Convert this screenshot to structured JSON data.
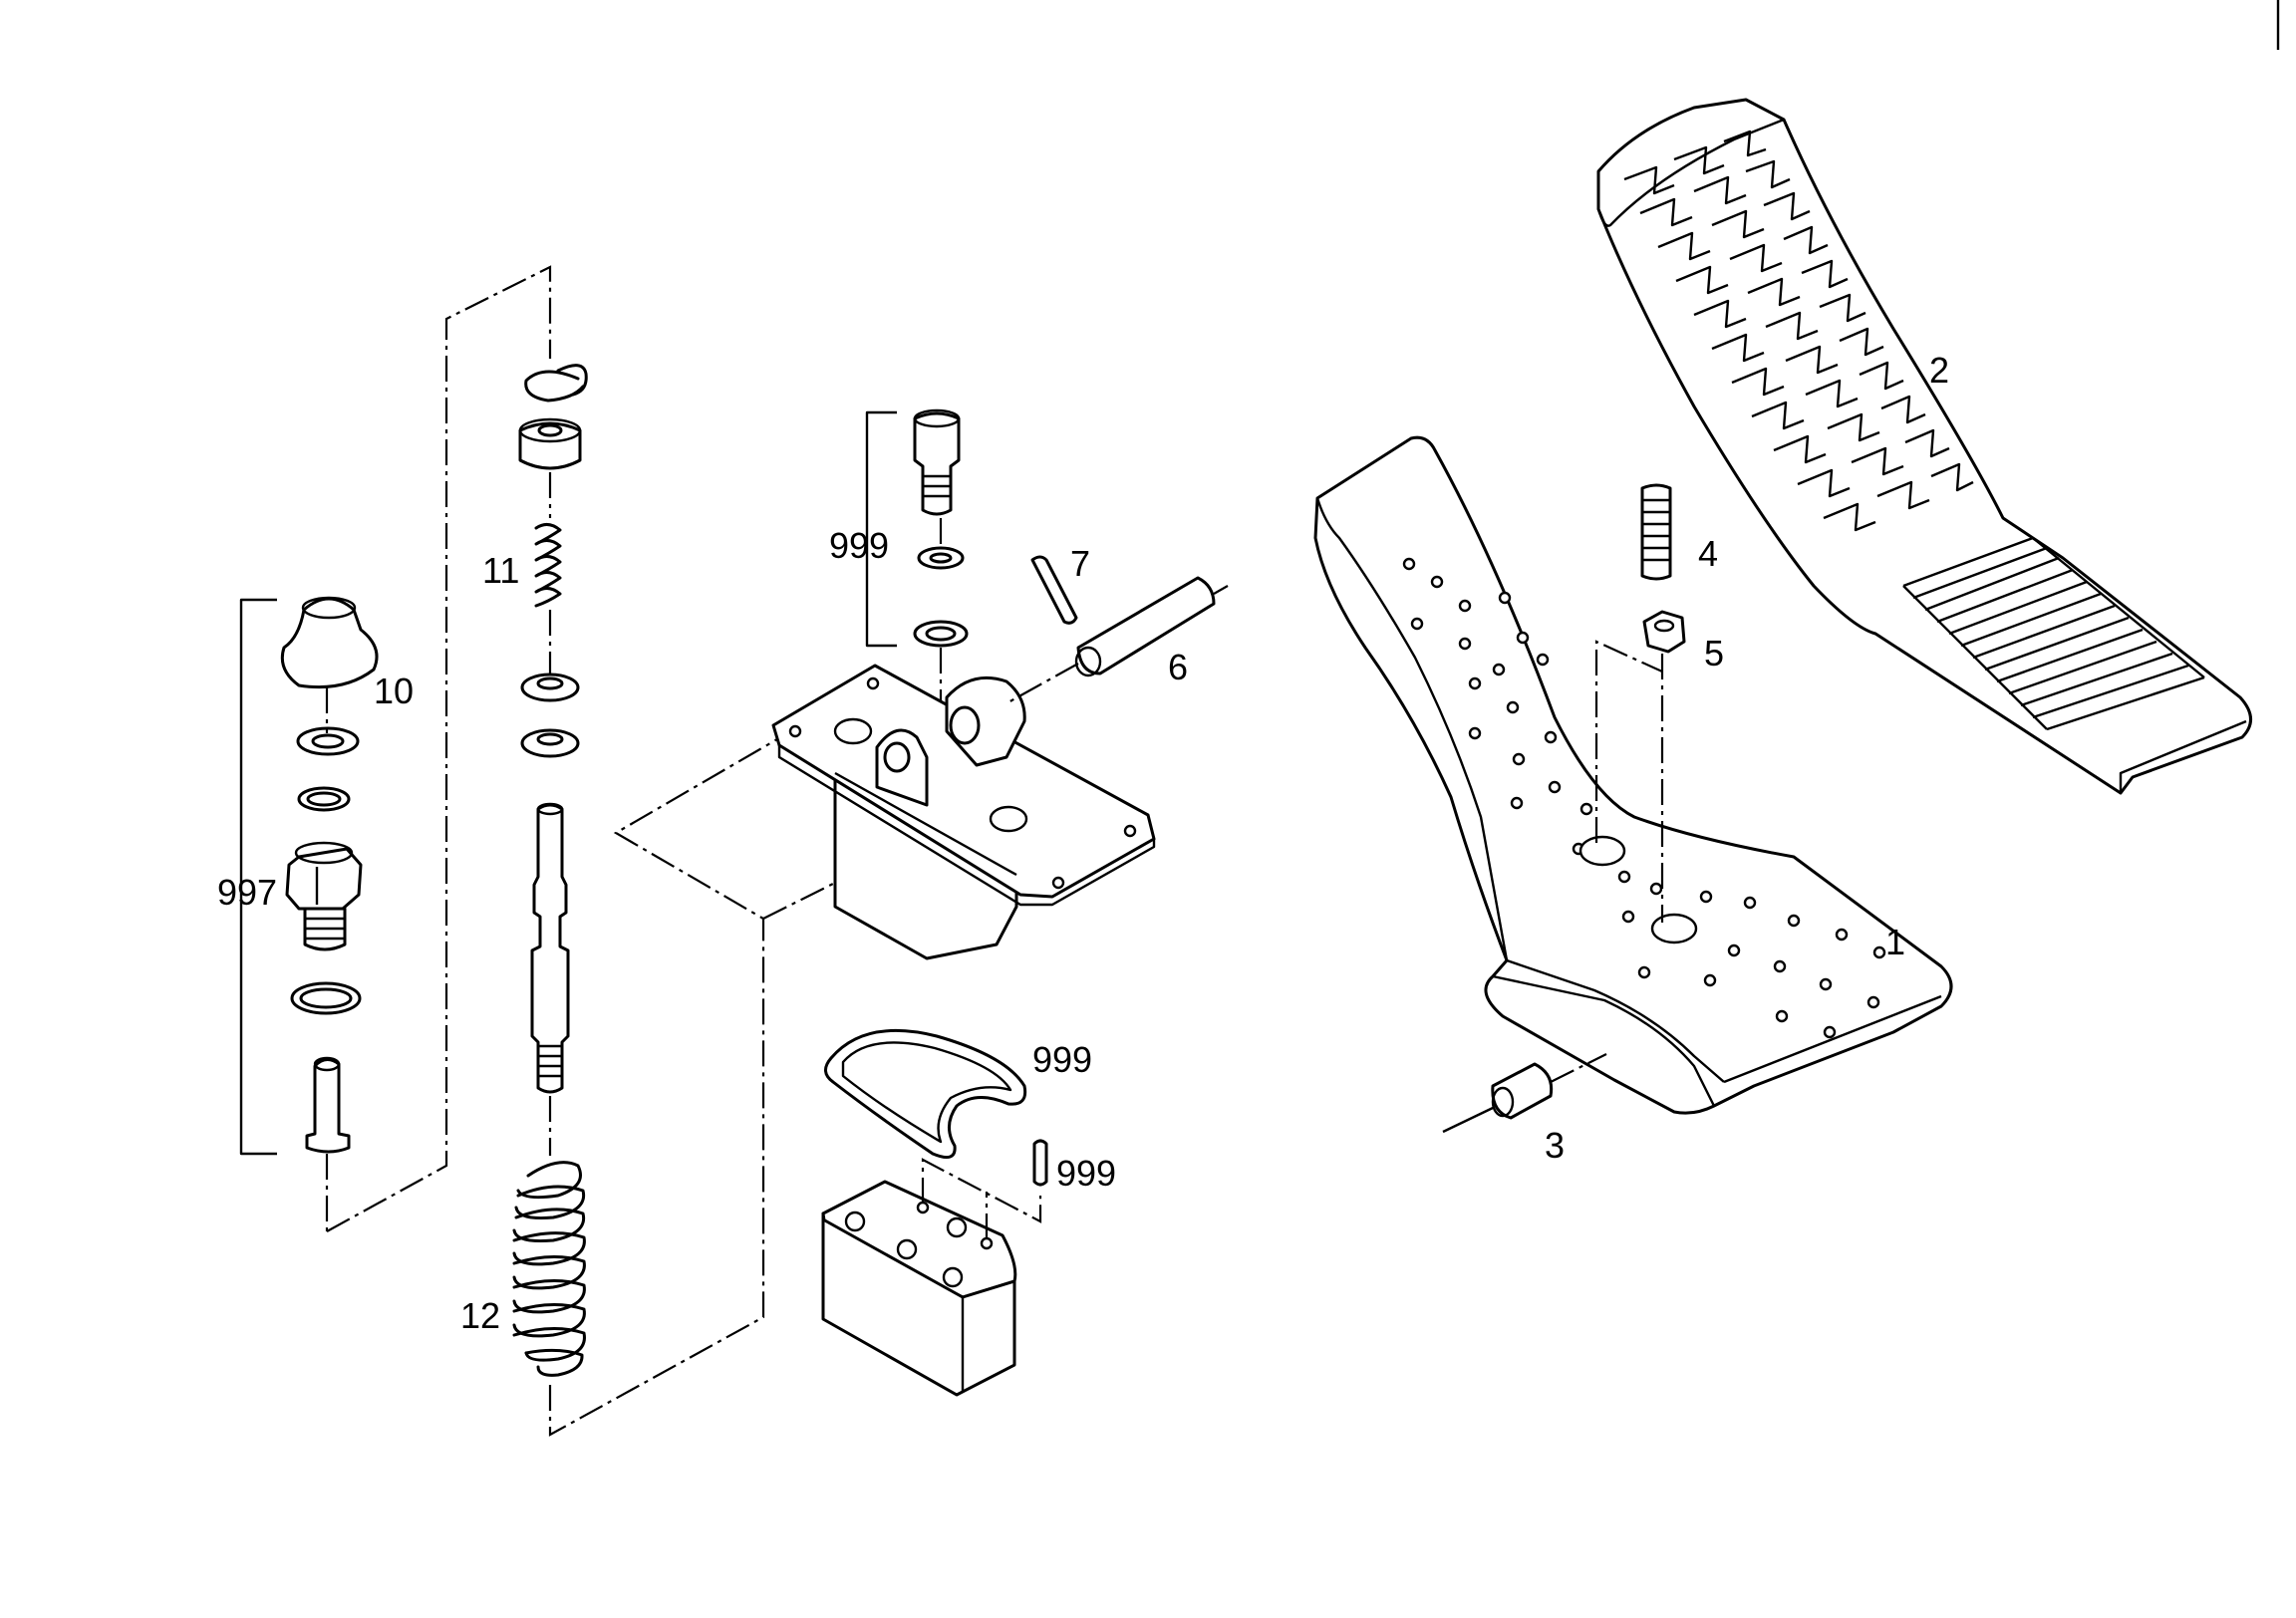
{
  "diagram": {
    "type": "exploded-parts-view",
    "callouts": {
      "c1": "1",
      "c2": "2",
      "c3": "3",
      "c4": "4",
      "c5": "5",
      "c6": "6",
      "c7": "7",
      "c10": "10",
      "c11": "11",
      "c12": "12",
      "c997": "997",
      "c999_bolt": "999",
      "c999_gasket": "999",
      "c999_pin": "999"
    }
  }
}
